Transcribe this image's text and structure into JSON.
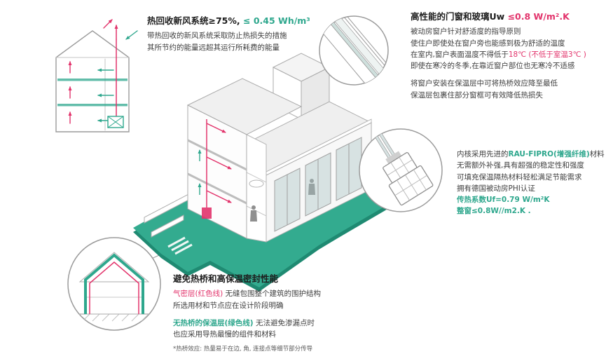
{
  "colors": {
    "teal": "#2EA78D",
    "red": "#E2336B",
    "platform": "#33AB8F"
  },
  "hrv": {
    "title_black": "热回收新风系统≥75%,",
    "title_teal": " ≤ 0.45 Wh/m³",
    "body_line1": "带热回收的新风系统采取防止热损失的措施",
    "body_line2": "其所节约的能量远超其运行所耗费的能量"
  },
  "windows": {
    "title_black": "高性能的门窗和玻璃Uw ",
    "title_red": "≤0.8 W/m².K",
    "line1": "被动房窗户针对舒适度的指导原则",
    "line2": "使住户即使处在窗户旁也能感到极为舒适的温度",
    "line3_pre": "在室内,窗户表面温度不得低于",
    "line3_red": "18℃ (不低于室温3℃ )",
    "line4": "即使在寒冷的冬季,在靠近窗户部位也无寒冷不适感",
    "line5": "将窗户安装在保温层中可将热桥效应降至最低",
    "line6": "保温层包裹住部分窗框可有效降低热损失"
  },
  "profile": {
    "line1_pre": "内核采用先进的",
    "line1_teal": "RAU-FIPRO(增强纤维)",
    "line1_post": "材料",
    "line2": "无需额外补强,具有超强的稳定性和强度",
    "line3": "可填充保温隔热材料轻松满足节能需求",
    "line4": "拥有德国被动房PHI认证",
    "line5_teal": "传热系数Uf=0.79 W/m²K",
    "line6_teal": "整窗≤0.8W//m2.K ."
  },
  "thermal": {
    "title": "避免热桥和高保温密封性能",
    "line1_red": "气密层(红色线)",
    "line1_rest": " 无缝包围整个建筑的围护结构",
    "line2": "所选用材和节点应在设计阶段明确",
    "line3_teal": "无热桥的保温层(绿色线)",
    "line3_rest": " 无法避免渗漏点时",
    "line4": "也应采用导热最慢的组件和材料",
    "note": "*热桥效应: 热量易于在边, 角, 连接点等细节部分传导"
  }
}
